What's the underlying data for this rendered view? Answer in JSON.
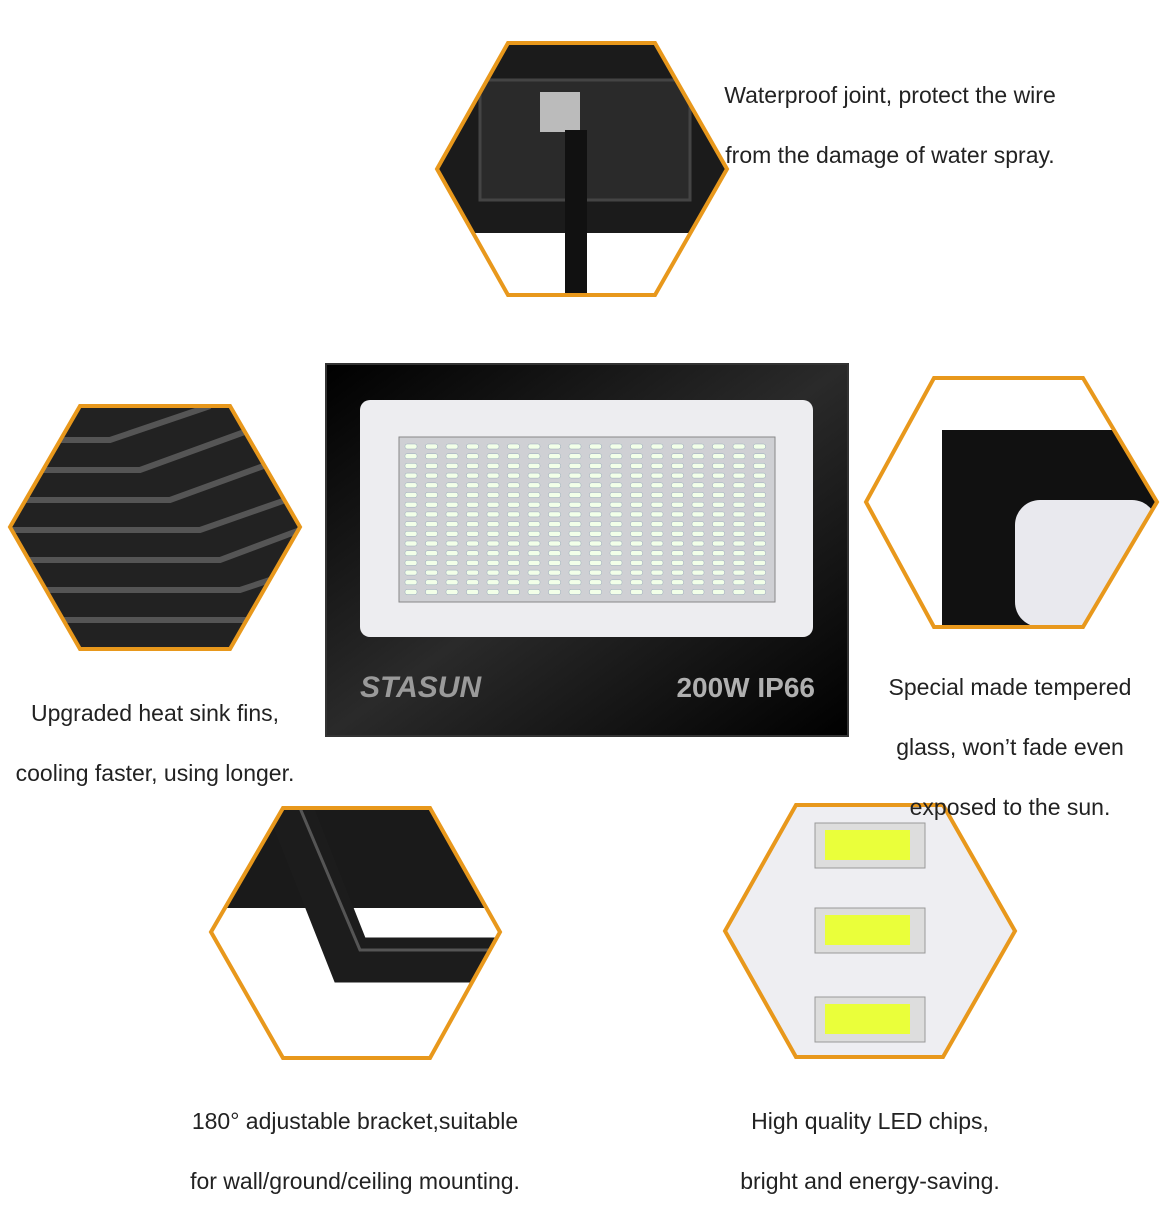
{
  "accent_color": "#e8981c",
  "product": {
    "brand": "STASUN",
    "rating": "200W IP66",
    "led_columns": 18,
    "led_rows": 16
  },
  "features": [
    {
      "id": "waterproof-joint",
      "lines": [
        "Waterproof joint, protect the wire",
        "from the damage of water spray."
      ]
    },
    {
      "id": "heat-sink",
      "lines": [
        "Upgraded heat sink fins,",
        "cooling faster, using longer."
      ]
    },
    {
      "id": "tempered-glass",
      "lines": [
        "Special made tempered",
        "glass, won’t fade even",
        "exposed to the sun."
      ]
    },
    {
      "id": "bracket",
      "lines": [
        "180° adjustable bracket,suitable",
        "for wall/ground/ceiling mounting."
      ]
    },
    {
      "id": "led-chips",
      "lines": [
        "High quality LED chips,",
        "bright  and energy-saving."
      ]
    }
  ]
}
